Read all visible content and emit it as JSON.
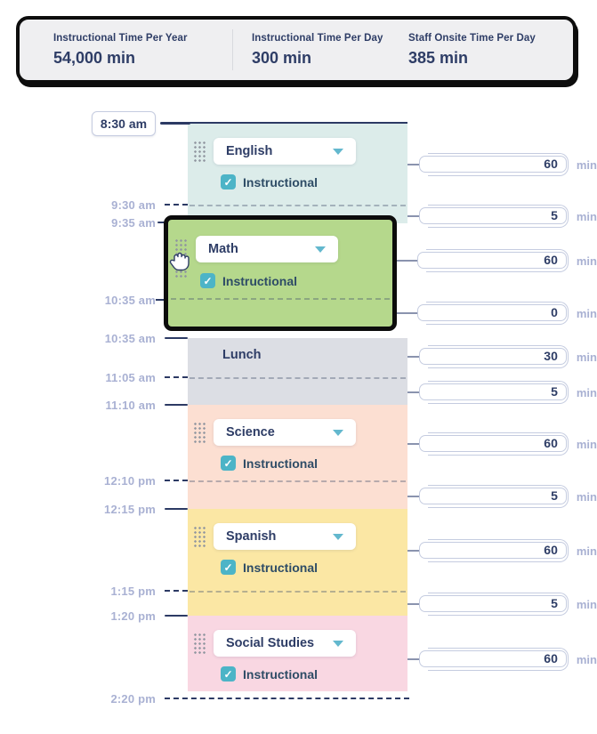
{
  "stats": {
    "items": [
      {
        "label": "Instructional Time Per Year",
        "value": "54,000 min"
      },
      {
        "label": "Instructional Time Per Day",
        "value": "300 min"
      },
      {
        "label": "Staff Onsite Time Per Day",
        "value": "385 min"
      }
    ]
  },
  "icons": {
    "check_glyph": "✓",
    "dropdown_caret": "▼",
    "drag_handle": "dot-grid",
    "grab_cursor": "grabbing-hand"
  },
  "colors": {
    "navy": "#2e3d66",
    "lavender_label": "#a9b1d3",
    "teal_checkbox": "#4cb4c7",
    "english_block": "#dcecea",
    "math_block": "#b5d88c",
    "lunch_block": "#dcdee4",
    "science_block": "#fcdfd2",
    "spanish_block": "#fbe7a4",
    "social_block": "#f9d7e2"
  },
  "schedule": {
    "start_time": "8:30 am",
    "unit": "min",
    "blocks": [
      {
        "subject": "English",
        "checkbox_label": "Instructional",
        "checked": true,
        "duration_min": "60",
        "transition_min": "5"
      },
      {
        "subject": "Math",
        "checkbox_label": "Instructional",
        "checked": true,
        "duration_min": "60",
        "transition_min": "0",
        "dragging": true
      },
      {
        "subject": "Lunch",
        "duration_min": "30",
        "transition_min": "5"
      },
      {
        "subject": "Science",
        "checkbox_label": "Instructional",
        "checked": true,
        "duration_min": "60",
        "transition_min": "5"
      },
      {
        "subject": "Spanish",
        "checkbox_label": "Instructional",
        "checked": true,
        "duration_min": "60",
        "transition_min": "5"
      },
      {
        "subject": "Social Studies",
        "checkbox_label": "Instructional",
        "checked": true,
        "duration_min": "60"
      }
    ],
    "markers": [
      {
        "time": "9:30 am",
        "style": "dashed"
      },
      {
        "time": "9:35 am",
        "style": "solid"
      },
      {
        "time": "10:35 am",
        "style": "dashed"
      },
      {
        "time": "10:35 am",
        "style": "solid"
      },
      {
        "time": "11:05 am",
        "style": "dashed"
      },
      {
        "time": "11:10 am",
        "style": "solid"
      },
      {
        "time": "12:10 pm",
        "style": "dashed"
      },
      {
        "time": "12:15 pm",
        "style": "solid"
      },
      {
        "time": "1:15 pm",
        "style": "dashed"
      },
      {
        "time": "1:20 pm",
        "style": "solid"
      },
      {
        "time": "2:20 pm",
        "style": "dashed"
      }
    ]
  }
}
